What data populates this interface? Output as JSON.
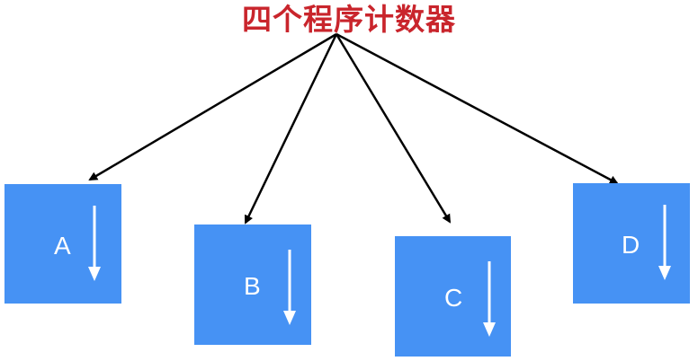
{
  "title": "四个程序计数器",
  "colors": {
    "title": "#c9252c",
    "box": "#4692f4",
    "box_label": "#ffffff",
    "box_arrow": "#ffffff",
    "connector": "#000000",
    "background": "#ffffff"
  },
  "boxes": [
    {
      "id": "a",
      "label": "A"
    },
    {
      "id": "b",
      "label": "B"
    },
    {
      "id": "c",
      "label": "C"
    },
    {
      "id": "d",
      "label": "D"
    }
  ]
}
